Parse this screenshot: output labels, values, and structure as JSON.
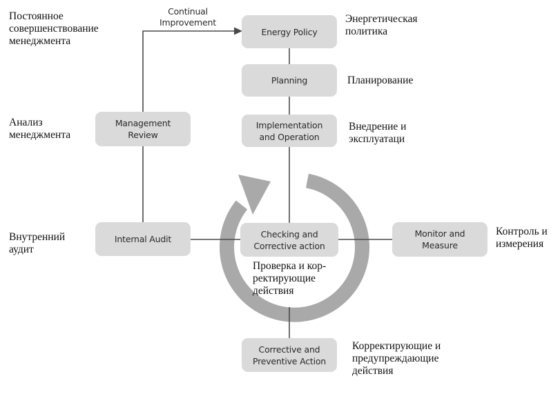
{
  "boxes": {
    "energy_policy": "Energy Policy",
    "planning": "Planning",
    "implementation": "Implementation\nand Operation",
    "management_review": "Management\nReview",
    "internal_audit": "Internal Audit",
    "checking": "Checking and\nCorrective action",
    "monitor": "Monitor and\nMeasure",
    "corrective_preventive": "Corrective and\nPreventive Action"
  },
  "continual_improvement": "Continual\nImprovement",
  "russian": {
    "continual": "Постоянное\nсовершенствование\nменеджмента",
    "energy_policy": "Энергетическая\nполитика",
    "planning": "Планирование",
    "implementation": "Внедрение и\nэксплуатаци",
    "management_review": "Анализ\nменеджмента",
    "internal_audit": "Внутренний\nаудит",
    "checking": "Проверка и кор-\nректирующие\nдействия",
    "monitor": "Контроль и\nизмерения",
    "corrective_preventive": "Корректирующие и\nпредупреждающие\nдействия"
  },
  "colors": {
    "box_fill": "#dadada",
    "line": "#4a4a4a",
    "cycle_arrow": "#a9a9a9"
  }
}
